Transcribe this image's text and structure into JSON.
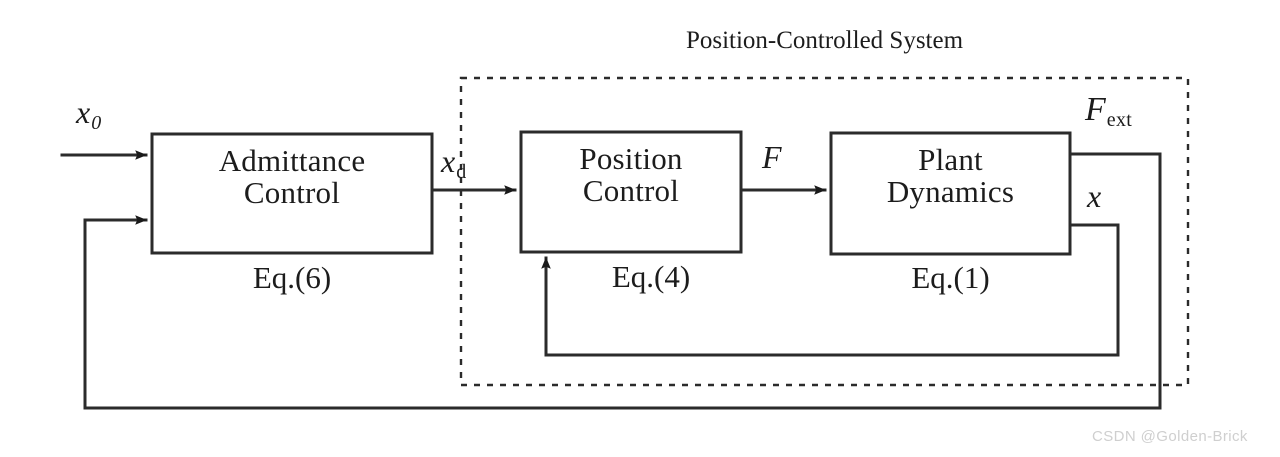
{
  "diagram": {
    "title_group": "Position-Controlled System",
    "blocks": [
      {
        "id": "admittance",
        "line1": "Admittance",
        "line2": "Control",
        "equation": "Eq.(6)"
      },
      {
        "id": "position",
        "line1": "Position",
        "line2": "Control",
        "equation": "Eq.(4)"
      },
      {
        "id": "plant",
        "line1": "Plant",
        "line2": "Dynamics",
        "equation": "Eq.(1)"
      }
    ],
    "signals": {
      "input_x0": {
        "base": "x",
        "sub": "0"
      },
      "desired_xd": {
        "base": "x",
        "sub": "d"
      },
      "force_F": {
        "base": "F",
        "sub": ""
      },
      "external_force": {
        "base": "F",
        "sub": "ext"
      },
      "position_x": {
        "base": "x",
        "sub": ""
      }
    },
    "colors": {
      "line": "#2b2b2b",
      "background": "#ffffff",
      "text": "#1c1c1c",
      "watermark": "#cfcfcf"
    }
  },
  "watermark": "CSDN @Golden-Brick"
}
